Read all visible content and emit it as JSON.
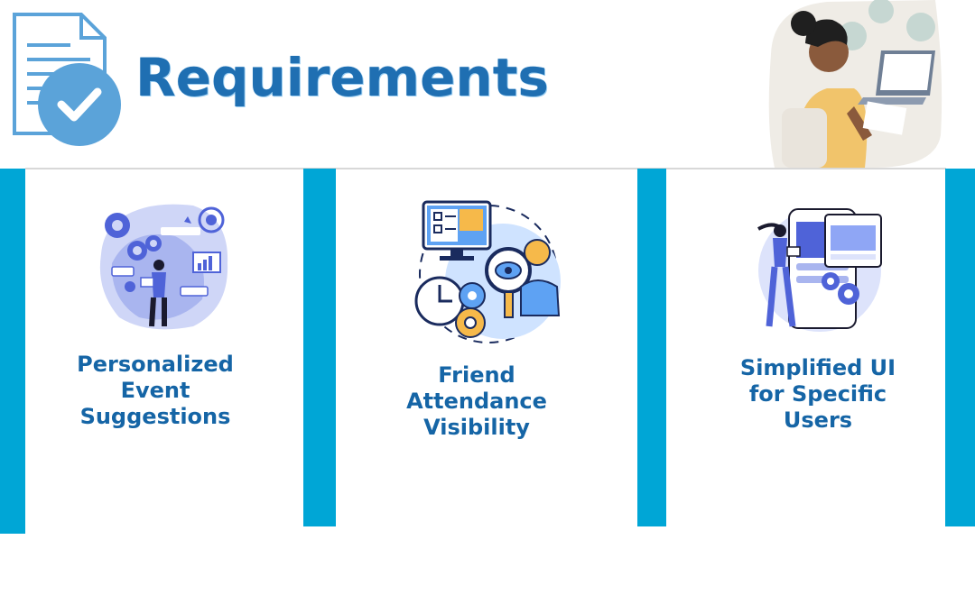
{
  "title": "Requirements",
  "cards": [
    {
      "lines": [
        "Personalized",
        "Event",
        "Suggestions"
      ]
    },
    {
      "lines": [
        "Friend",
        "Attendance",
        "Visibility"
      ]
    },
    {
      "lines": [
        "Simplified UI",
        "for Specific",
        "Users"
      ]
    }
  ],
  "colors": {
    "title": "#1f6fb2",
    "accent_bar": "#00a6d6",
    "label": "#1565a6",
    "check_badge": "#5ba3d9"
  },
  "icons": [
    "checklist-document-icon",
    "person-at-laptop-illustration",
    "personalization-gears-illustration",
    "monitor-magnifier-illustration",
    "ui-screens-illustration"
  ]
}
